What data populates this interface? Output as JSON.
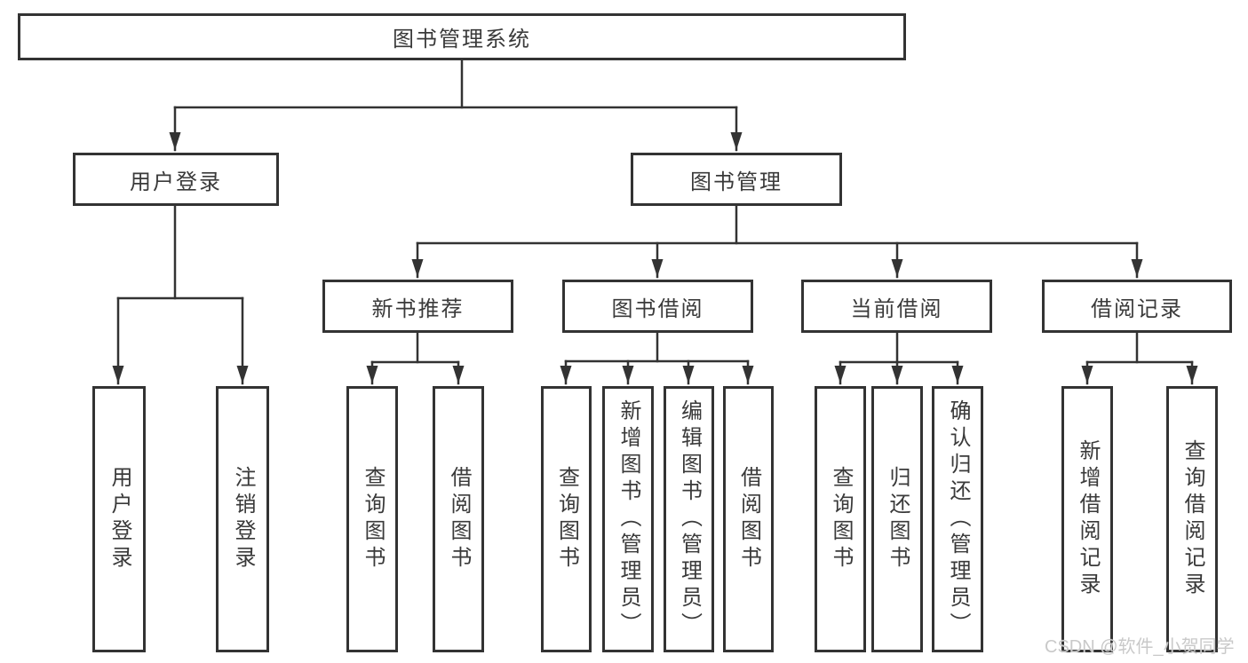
{
  "tree": {
    "label": "图书管理系统",
    "children": [
      {
        "label": "用户登录",
        "children": [
          {
            "label": "用户登录"
          },
          {
            "label": "注销登录"
          }
        ]
      },
      {
        "label": "图书管理",
        "children": [
          {
            "label": "新书推荐",
            "children": [
              {
                "label": "查询图书"
              },
              {
                "label": "借阅图书"
              }
            ]
          },
          {
            "label": "图书借阅",
            "children": [
              {
                "label": "查询图书"
              },
              {
                "label": "新增图书（管理员）"
              },
              {
                "label": "编辑图书（管理员）"
              },
              {
                "label": "借阅图书"
              }
            ]
          },
          {
            "label": "当前借阅",
            "children": [
              {
                "label": "查询图书"
              },
              {
                "label": "归还图书"
              },
              {
                "label": "确认归还（管理员）"
              }
            ]
          },
          {
            "label": "借阅记录",
            "children": [
              {
                "label": "新增借阅记录"
              },
              {
                "label": "查询借阅记录"
              }
            ]
          }
        ]
      }
    ]
  },
  "watermark": {
    "text": "CSDN @软件_小贺同学"
  },
  "colors": {
    "line": "#333333",
    "box_border": "#333333",
    "text": "#3a3a3a",
    "watermark": "#c9c9c9",
    "background": "#ffffff"
  }
}
